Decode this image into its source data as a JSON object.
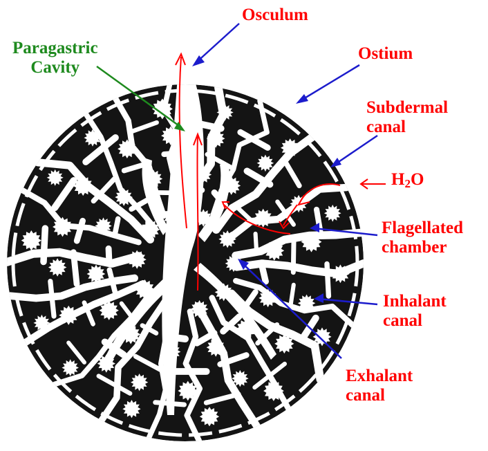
{
  "diagram": {
    "colors": {
      "label": "#ff0000",
      "label_cavity": "#1e8a1e",
      "pointer": "#1c1ccc",
      "flow": "#ff0000",
      "tissue": "#141414"
    },
    "labels": {
      "osculum": "Osculum",
      "paragastric_line1": "Paragastric",
      "paragastric_line2": "Cavity",
      "ostium": "Ostium",
      "subdermal_line1": "Subdermal",
      "subdermal_line2": "canal",
      "water_prefix": "H",
      "water_sub": "2",
      "water_suffix": "O",
      "flagellated_line1": "Flagellated",
      "flagellated_line2": "chamber",
      "inhalant_line1": "Inhalant",
      "inhalant_line2": "canal",
      "exhalant_line1": "Exhalant",
      "exhalant_line2": "canal"
    }
  }
}
